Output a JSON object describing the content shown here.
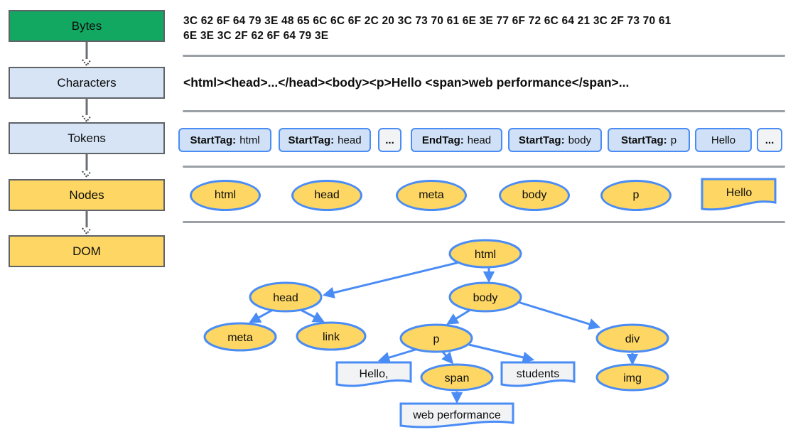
{
  "pipeline": {
    "stages": [
      {
        "id": "bytes",
        "label": "Bytes"
      },
      {
        "id": "characters",
        "label": "Characters"
      },
      {
        "id": "tokens",
        "label": "Tokens"
      },
      {
        "id": "nodes",
        "label": "Nodes"
      },
      {
        "id": "dom",
        "label": "DOM"
      }
    ]
  },
  "bytes_row": {
    "line1": "3C 62 6F 64 79 3E 48 65 6C 6C 6F 2C 20 3C 73 70 61 6E 3E 77 6F 72 6C 64 21 3C 2F 73 70 61",
    "line2": "6E 3E 3C 2F 62 6F 64 79 3E"
  },
  "characters_row": {
    "text": "<html><head>...</head><body><p>Hello <span>web performance</span>..."
  },
  "tokens_row": {
    "items": [
      {
        "label": "StartTag:",
        "value": "html",
        "variant": "tag"
      },
      {
        "label": "StartTag:",
        "value": "head",
        "variant": "tag"
      },
      {
        "text": "...",
        "variant": "ellipsis"
      },
      {
        "label": "EndTag:",
        "value": "head",
        "variant": "tag"
      },
      {
        "label": "StartTag:",
        "value": "body",
        "variant": "tag"
      },
      {
        "label": "StartTag:",
        "value": "p",
        "variant": "tag"
      },
      {
        "text": "Hello",
        "variant": "text"
      },
      {
        "text": "...",
        "variant": "ellipsis"
      }
    ]
  },
  "nodes_row": {
    "ellipses": [
      "html",
      "head",
      "meta",
      "body",
      "p"
    ],
    "text_node": "Hello"
  },
  "dom_tree": {
    "nodes": {
      "html": "html",
      "head": "head",
      "body": "body",
      "meta": "meta",
      "link": "link",
      "p": "p",
      "div": "div",
      "span": "span",
      "img": "img"
    },
    "text_nodes": {
      "hello": "Hello,",
      "students": "students",
      "web_performance": "web performance"
    }
  },
  "colors": {
    "stage_green": "#12a862",
    "stage_light_blue": "#d6e4f6",
    "stage_yellow": "#fdd663",
    "stage_border_gray": "#5f6368",
    "node_border_blue": "#4a8cf5",
    "arrow_blue": "#4a8cf5",
    "token_fill": "#cfe0f7",
    "ellipsis_fill": "#f1f3f4",
    "text_node_fill": "#f1f3f4",
    "divider_gray": "#9aa0a6"
  }
}
